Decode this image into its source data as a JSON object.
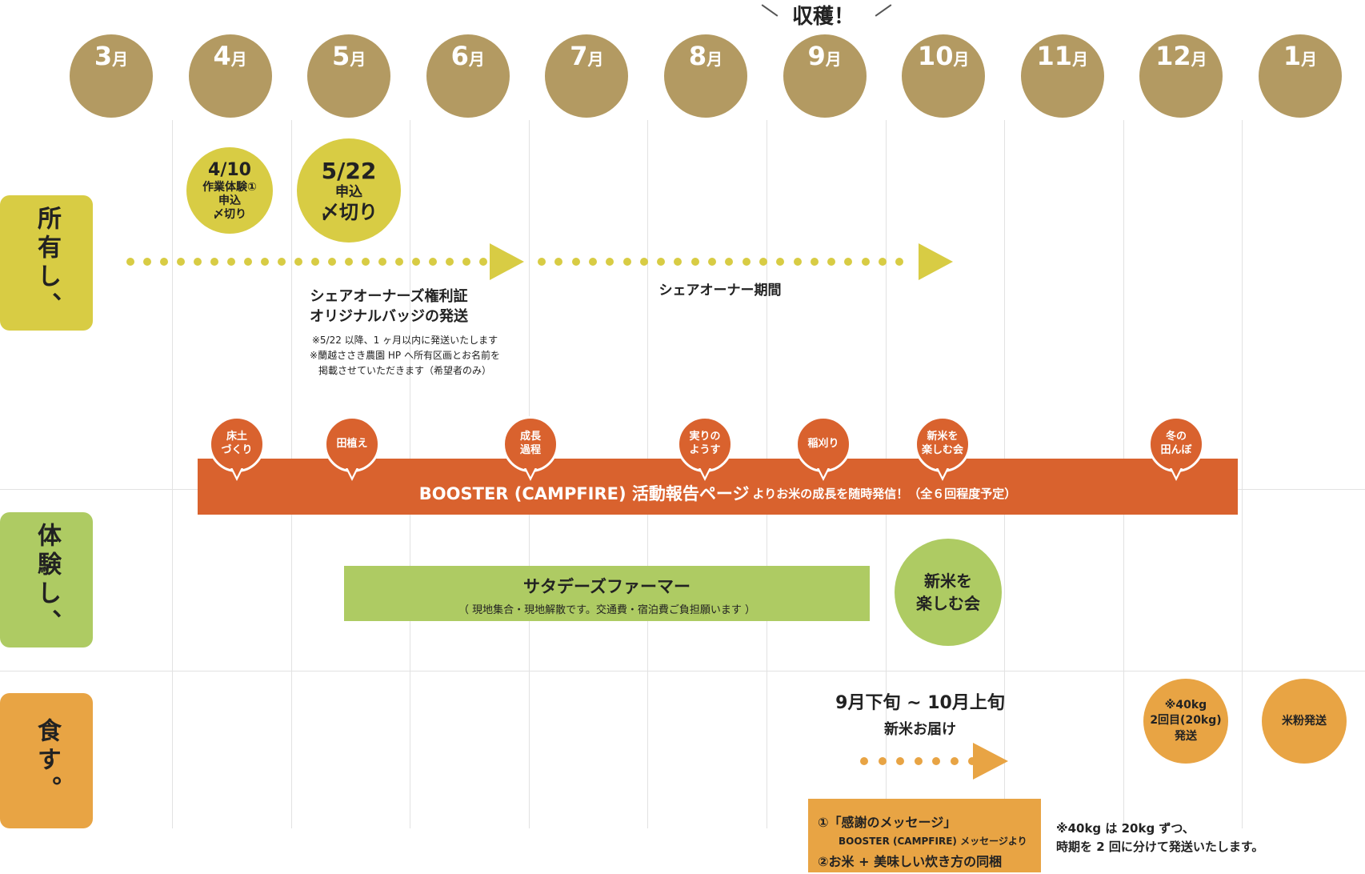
{
  "colors": {
    "month": "#b39a62",
    "own": "#d8cc44",
    "event": "#d9622e",
    "experience": "#aecb63",
    "eat": "#e8a444"
  },
  "harvest_label": "収穫！",
  "months": [
    {
      "num": "3",
      "unit": "月"
    },
    {
      "num": "4",
      "unit": "月"
    },
    {
      "num": "5",
      "unit": "月"
    },
    {
      "num": "6",
      "unit": "月"
    },
    {
      "num": "7",
      "unit": "月"
    },
    {
      "num": "8",
      "unit": "月"
    },
    {
      "num": "9",
      "unit": "月"
    },
    {
      "num": "10",
      "unit": "月"
    },
    {
      "num": "11",
      "unit": "月"
    },
    {
      "num": "12",
      "unit": "月"
    },
    {
      "num": "1",
      "unit": "月"
    }
  ],
  "rows": {
    "own": "所有し、",
    "experience": "体験し、",
    "eat": "食す。"
  },
  "own": {
    "deadline1": {
      "date": "4/10",
      "l1": "作業体験①",
      "l2": "申込",
      "l3": "〆切り"
    },
    "deadline2": {
      "date": "5/22",
      "l1": "申込",
      "l2": "〆切り"
    },
    "badge_title1": "シェアオーナーズ権利証",
    "badge_title2": "オリジナルバッジの発送",
    "note1": "※5/22 以降、1 ヶ月以内に発送いたします",
    "note2": "※蘭越ささき農園 HP へ所有区画とお名前を",
    "note3": "掲載させていただきます（希望者のみ）",
    "period": "シェアオーナー期間"
  },
  "events": {
    "pins": [
      {
        "l1": "床土",
        "l2": "づくり"
      },
      {
        "l1": "田植え",
        "l2": ""
      },
      {
        "l1": "成長",
        "l2": "過程"
      },
      {
        "l1": "実りの",
        "l2": "ようす"
      },
      {
        "l1": "稲刈り",
        "l2": ""
      },
      {
        "l1": "新米を",
        "l2": "楽しむ会"
      },
      {
        "l1": "冬の",
        "l2": "田んぼ"
      }
    ],
    "bar_main": "BOOSTER (CAMPFIRE) 活動報告ページ",
    "bar_sub": "よりお米の成長を随時発信！（全６回程度予定）"
  },
  "experience": {
    "farmer_title": "サタデーズファーマー",
    "farmer_note": "（ 現地集合・現地解散です。交通費・宿泊費ご負担願います ）",
    "party_l1": "新米を",
    "party_l2": "楽しむ会"
  },
  "eat": {
    "period": "9月下旬 ~ 10月上旬",
    "delivery": "新米お届け",
    "box1": "①「感謝のメッセージ」",
    "box2": "BOOSTER (CAMPFIRE) メッセージより",
    "box3": "②お米 + 美味しい炊き方の同梱",
    "second_l1": "※40kg",
    "second_l2": "2回目(20kg)",
    "second_l3": "発送",
    "flour": "米粉発送",
    "note1": "※40kg は 20kg ずつ、",
    "note2": "時期を 2 回に分けて発送いたします。"
  }
}
